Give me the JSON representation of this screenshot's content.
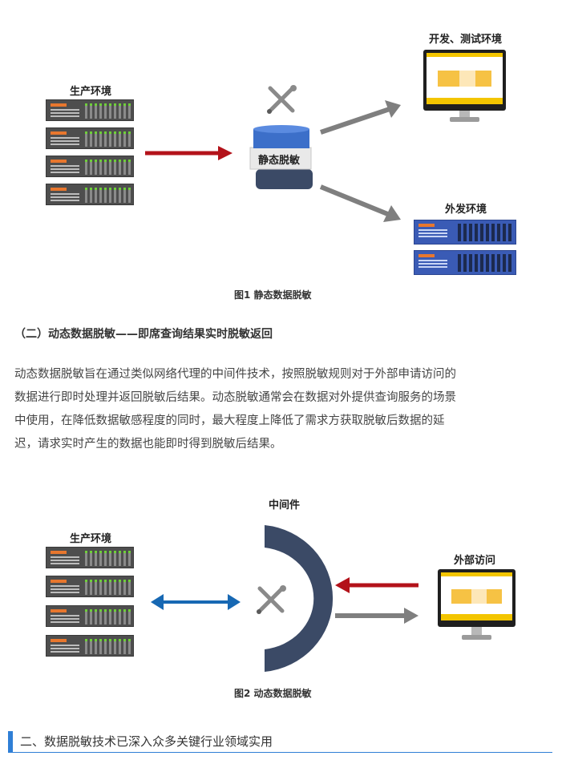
{
  "figure1": {
    "prod_label": "生产环境",
    "db_label": "静态脱敏",
    "dev_label": "开发、测试环境",
    "ext_label": "外发环境",
    "caption": "图1  静态数据脱敏",
    "icons": [
      "server-icon",
      "tools-icon",
      "database-icon",
      "monitor-icon"
    ]
  },
  "section_heading": "（二）动态数据脱敏——即席查询结果实时脱敏返回",
  "paragraph_lines": [
    "动态数据脱敏旨在通过类似网络代理的中间件技术，按照脱敏规则对于外部申请访问的",
    "数据进行即时处理并返回脱敏后结果。动态脱敏通常会在数据对外提供查询服务的场景",
    "中使用，在降低数据敏感程度的同时，最大程度上降低了需求方获取脱敏后数据的延",
    "迟，请求实时产生的数据也能即时得到脱敏后结果。"
  ],
  "figure2": {
    "middleware_label": "中间件",
    "prod_label": "生产环境",
    "ext_label": "外部访问",
    "caption": "图2  动态数据脱敏"
  },
  "section2_heading": "二、数据脱敏技术已深入众多关键行业领域实用",
  "colors": {
    "red_arrow": "#b3121a",
    "gray_arrow": "#7f7f7f",
    "blue_arrow": "#1768b3",
    "accent_bar": "#2f7fd6",
    "db_blue": "#3c6fc9",
    "db_dark": "#3b4a66",
    "middleware_arc": "#3b4a66"
  }
}
